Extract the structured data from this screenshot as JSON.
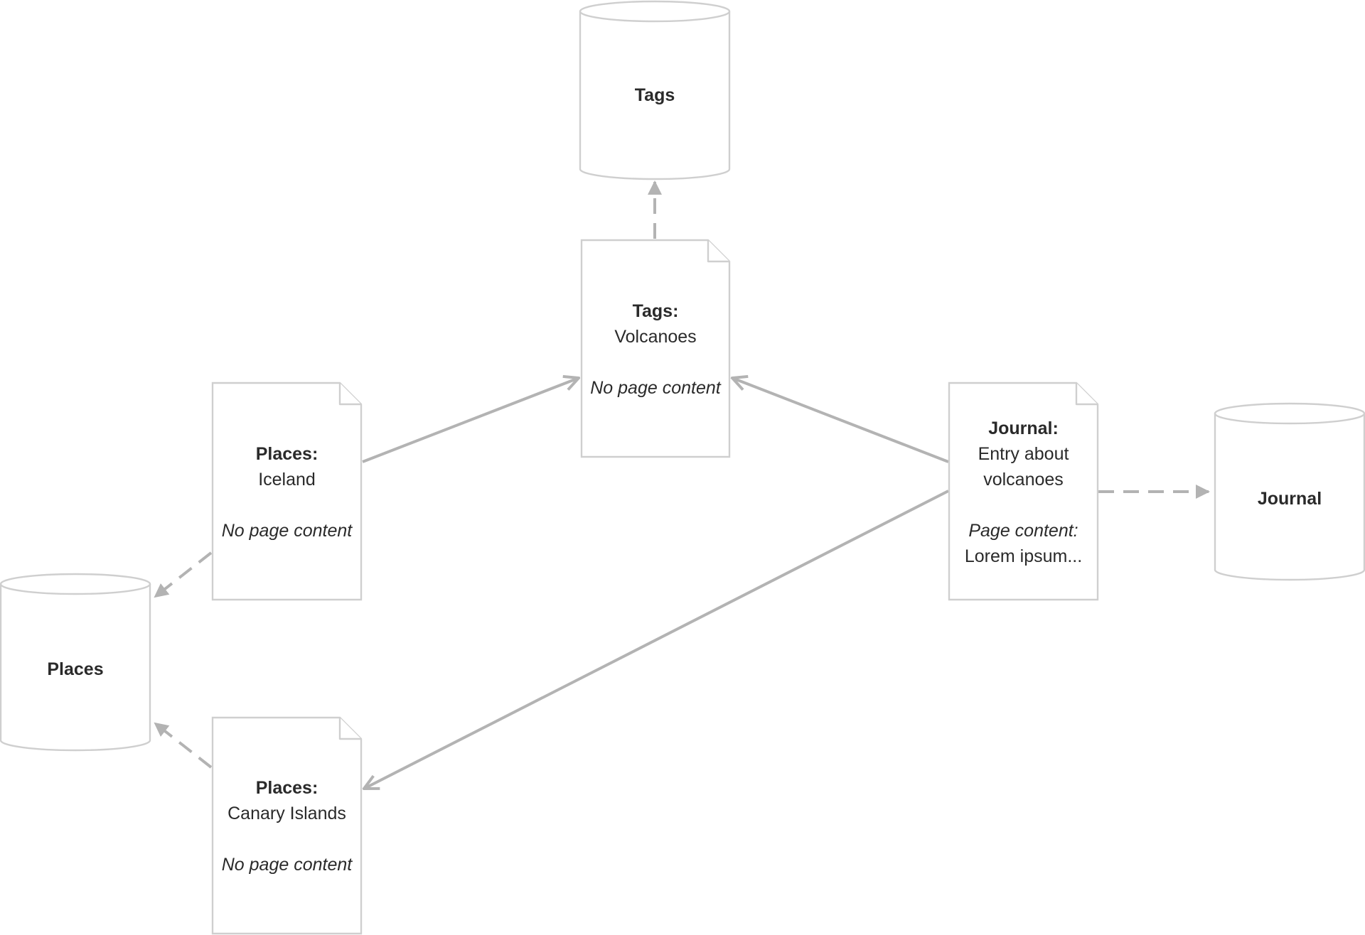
{
  "databases": {
    "tags": "Tags",
    "places": "Places",
    "journal": "Journal"
  },
  "pages": {
    "tags_volcanoes": {
      "heading": "Tags:",
      "title": "Volcanoes",
      "content": "No page content"
    },
    "places_iceland": {
      "heading": "Places:",
      "title": "Iceland",
      "content": "No page content"
    },
    "places_canary": {
      "heading": "Places:",
      "title": "Canary Islands",
      "content": "No page content"
    },
    "journal_entry": {
      "heading": "Journal:",
      "title_line1": "Entry about",
      "title_line2": "volcanoes",
      "content_label": "Page content:",
      "content": "Lorem ipsum..."
    }
  },
  "colors": {
    "stroke": "#cfcfcf",
    "arrow": "#b3b3b3",
    "text": "#2a2a2a"
  }
}
